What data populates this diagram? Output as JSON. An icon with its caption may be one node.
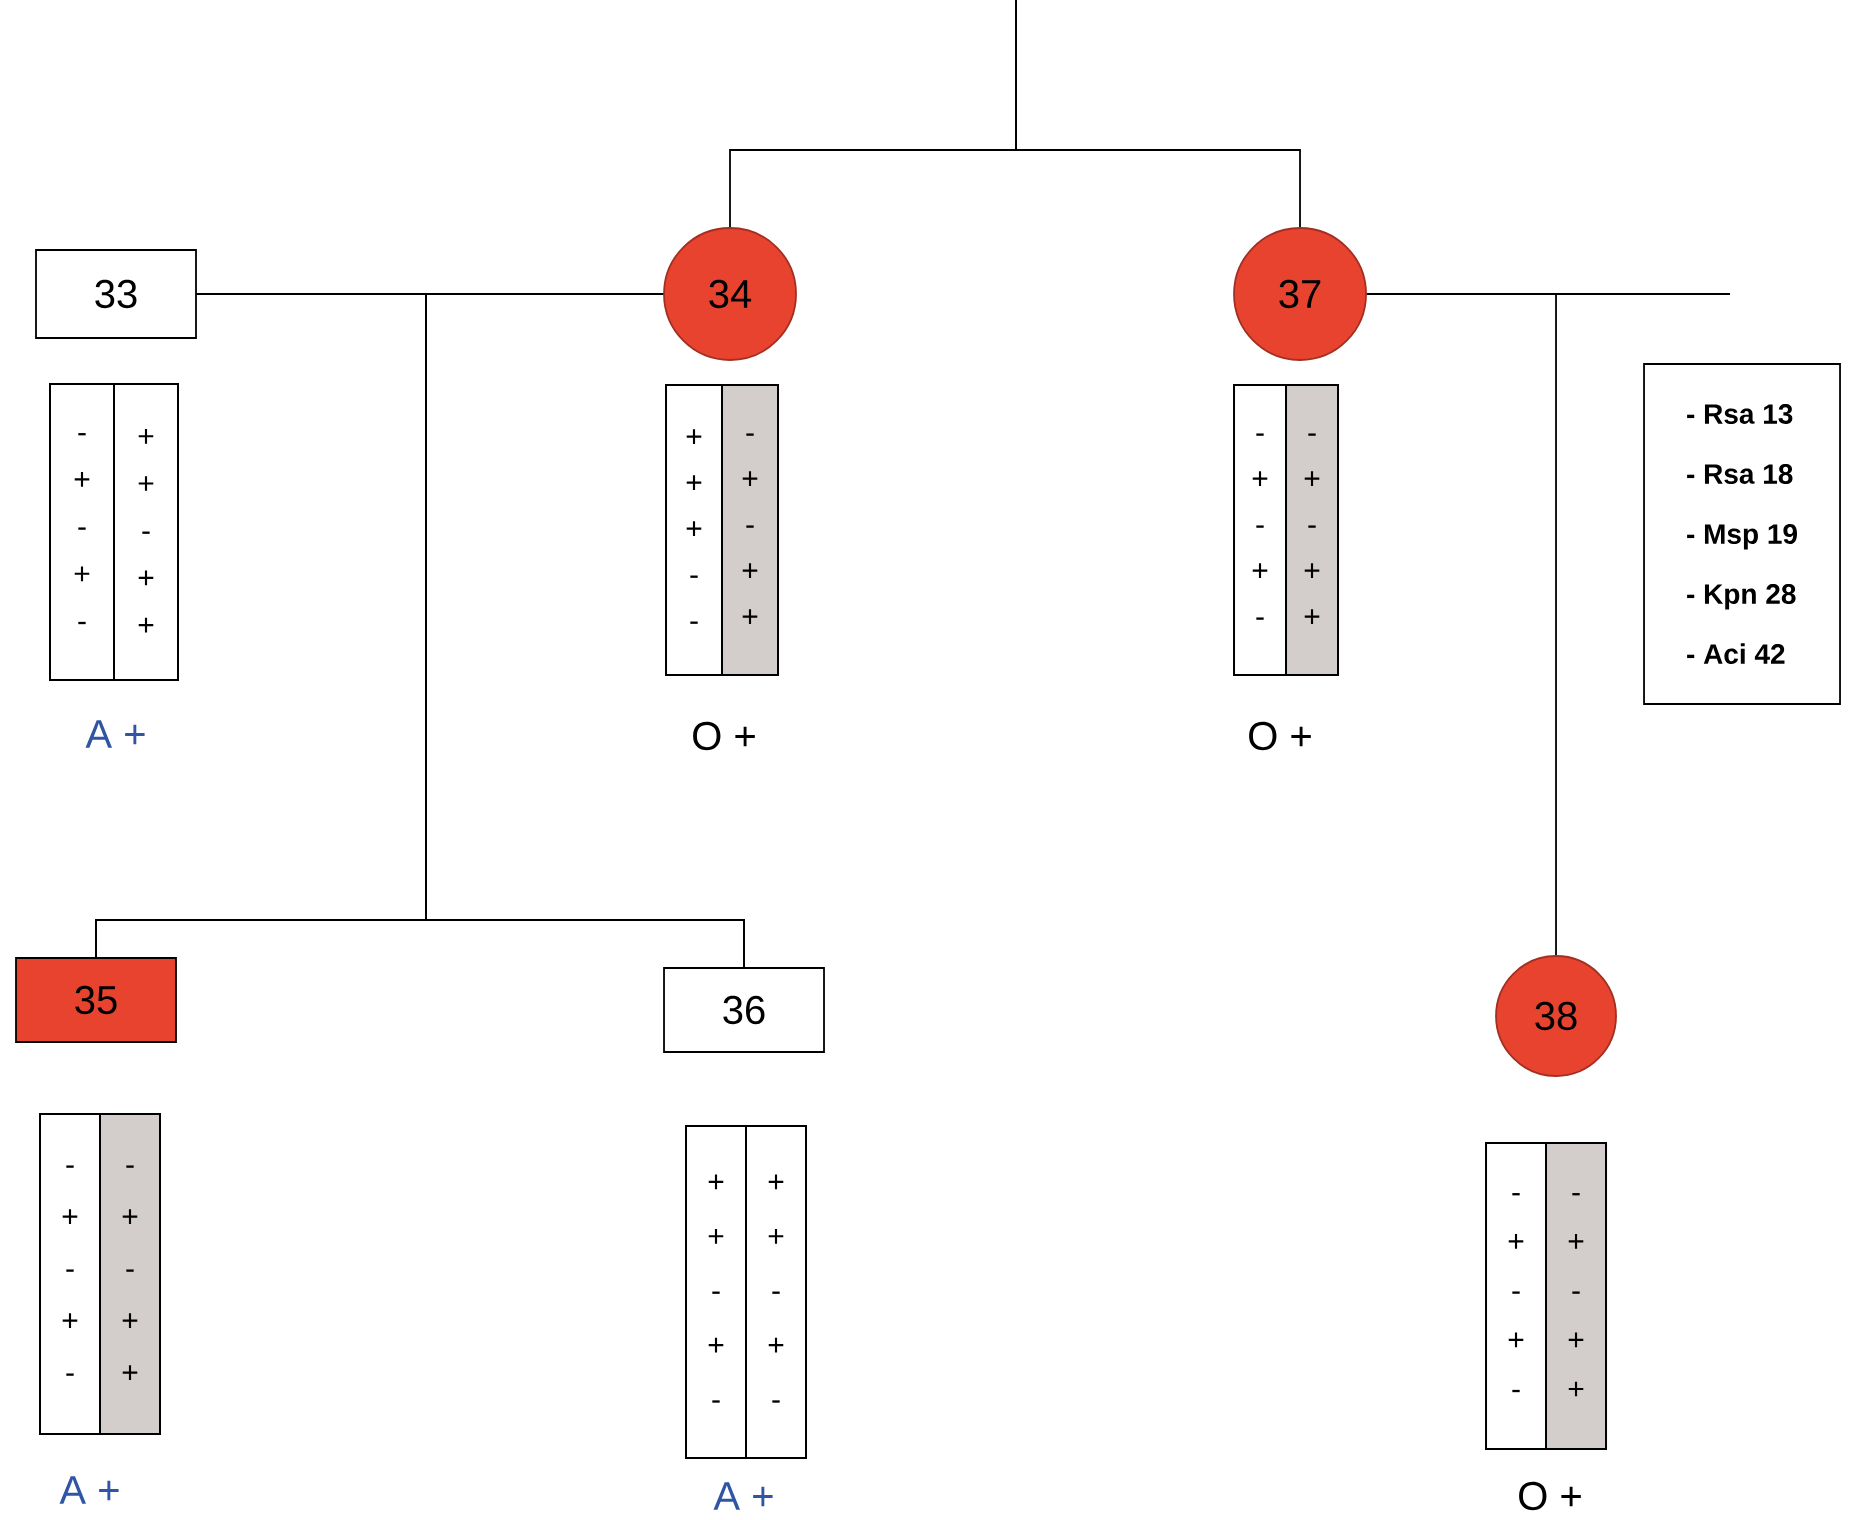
{
  "diagram": {
    "nodes": [
      {
        "text": [
          "33"
        ]
      },
      {
        "text": [
          "-",
          "+",
          "-",
          "+",
          "-"
        ]
      },
      {
        "text": [
          "+",
          "+",
          "-",
          "+",
          "+"
        ]
      },
      {
        "text": [
          "34"
        ]
      },
      {
        "text": [
          "+",
          "+",
          "+",
          "-",
          "-"
        ]
      },
      {
        "text": [
          "-",
          "+",
          "-",
          "+",
          "+"
        ]
      },
      {
        "text": [
          "37"
        ]
      },
      {
        "text": [
          "-",
          "+",
          "-",
          "+",
          "-"
        ]
      },
      {
        "text": [
          "-",
          "+",
          "-",
          "+",
          "+"
        ]
      },
      {
        "text": [
          "- Rsa 13",
          "- Rsa 18",
          "- Msp 19",
          "- Kpn 28",
          "- Aci 42"
        ]
      },
      {
        "text": [
          "35"
        ]
      },
      {
        "text": [
          "-",
          "+",
          "-",
          "+",
          "-"
        ]
      },
      {
        "text": [
          "-",
          "+",
          "-",
          "+",
          "+"
        ]
      },
      {
        "text": [
          "36"
        ]
      },
      {
        "text": [
          "+",
          "+",
          "-",
          "+",
          "-"
        ]
      },
      {
        "text": [
          "+",
          "+",
          "-",
          "+",
          "-"
        ]
      },
      {
        "text": [
          "38"
        ]
      },
      {
        "text": [
          "-",
          "+",
          "-",
          "+",
          "-"
        ]
      },
      {
        "text": [
          "-",
          "+",
          "-",
          "+",
          "+"
        ]
      }
    ],
    "edges": [
      {
        "from": null,
        "to": 3,
        "arrow": "none"
      },
      {
        "from": null,
        "to": 6,
        "arrow": "none"
      },
      {
        "from": 0,
        "to": 3,
        "arrow": "none"
      },
      {
        "from": 0,
        "to": 10,
        "arrow": "none"
      },
      {
        "from": 3,
        "to": 10,
        "arrow": "none"
      },
      {
        "from": 0,
        "to": 13,
        "arrow": "none"
      },
      {
        "from": 3,
        "to": 13,
        "arrow": "none"
      },
      {
        "from": 6,
        "to": null,
        "arrow": "none"
      },
      {
        "from": 6,
        "to": 16,
        "arrow": "none"
      }
    ],
    "labels": [
      "A +",
      "O +",
      "O +",
      "A +",
      "A +",
      "O +"
    ]
  }
}
